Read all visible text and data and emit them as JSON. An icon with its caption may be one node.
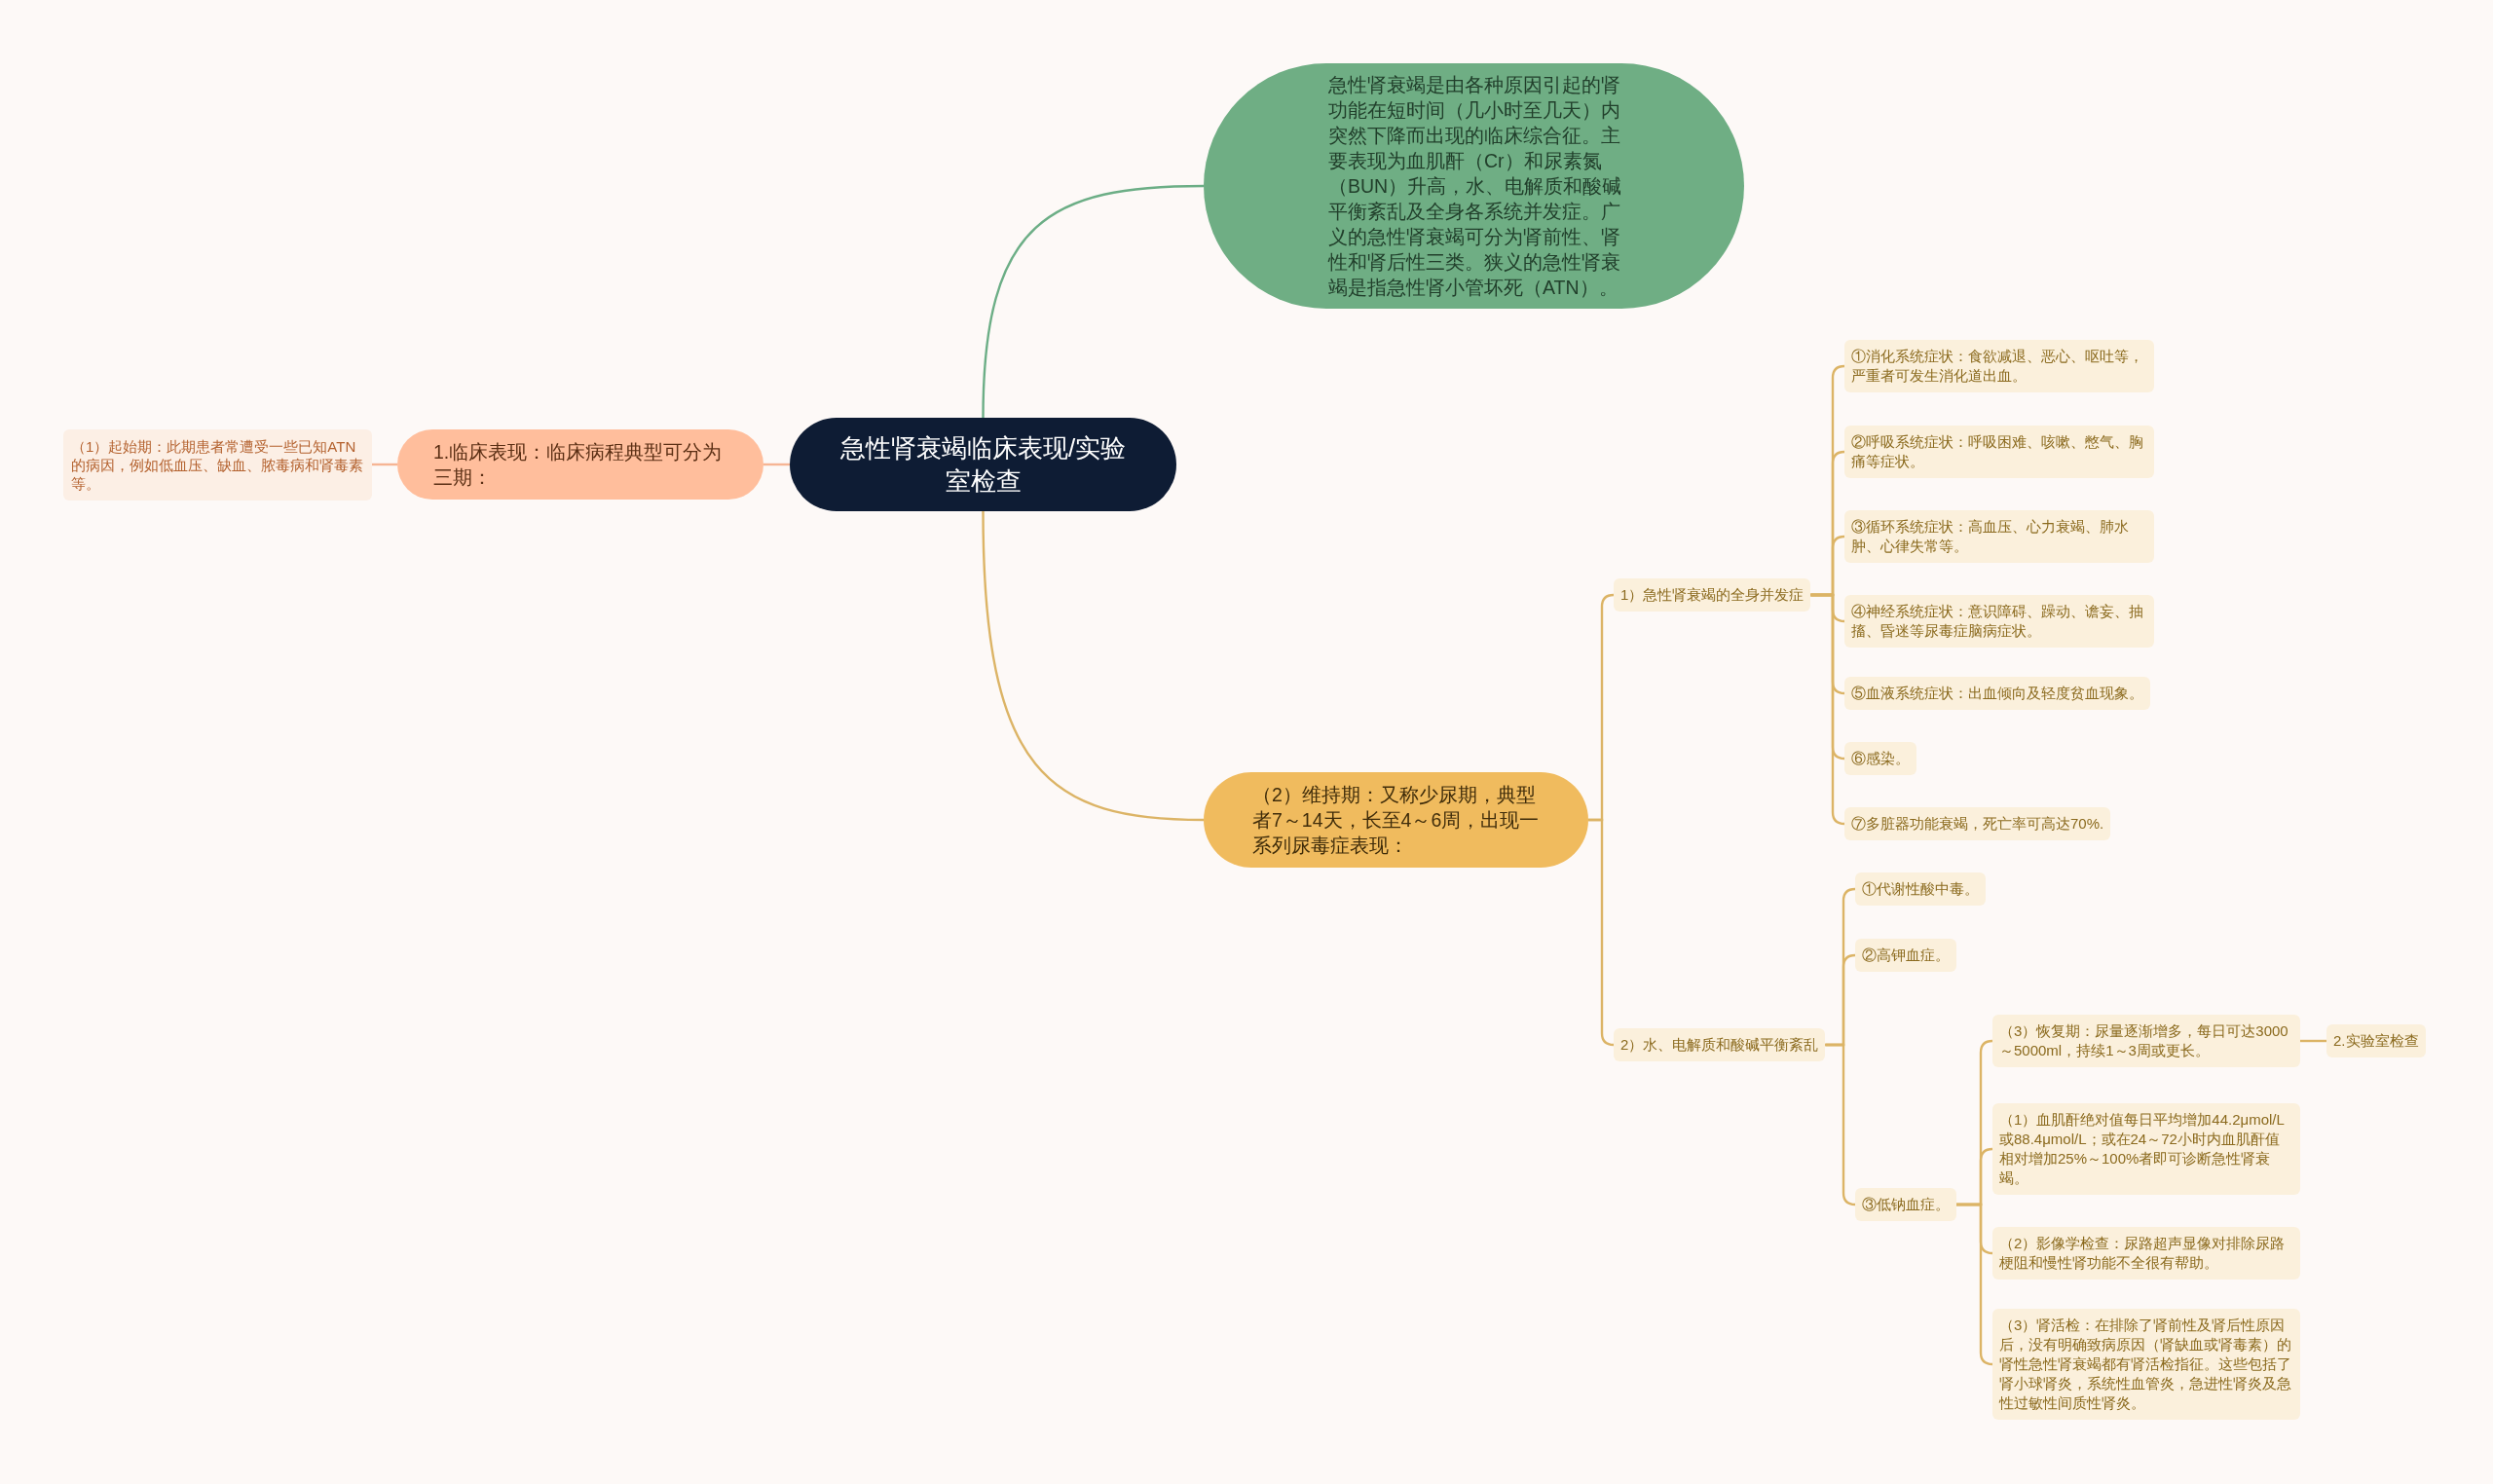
{
  "diagram": {
    "nodes": [
      {
        "text": [
          "急性肾衰竭临床表现/实验室检查"
        ]
      },
      {
        "text": [
          "急性肾衰竭是由各种原因引起的肾功能在短时间（几小时至几天）内突然下降而出现的临床综合征。主要表现为血肌酐（Cr）和尿素氮（BUN）升高，水、电解质和酸碱平衡紊乱及全身各系统并发症。广义的急性肾衰竭可分为肾前性、肾性和肾后性三类。狭义的急性肾衰竭是指急性肾小管坏死（ATN）。"
        ]
      },
      {
        "text": [
          "1.临床表现：临床病程典型可分为三期："
        ]
      },
      {
        "text": [
          "（1）起始期：此期患者常遭受一些已知ATN的病因，例如低血压、缺血、脓毒病和肾毒素等。"
        ]
      },
      {
        "text": [
          "（2）维持期：又称少尿期，典型者7～14天，长至4～6周，出现一系列尿毒症表现："
        ]
      },
      {
        "text": [
          "1）急性肾衰竭的全身并发症"
        ]
      },
      {
        "text": [
          "①消化系统症状：食欲减退、恶心、呕吐等，严重者可发生消化道出血。"
        ]
      },
      {
        "text": [
          "②呼吸系统症状：呼吸困难、咳嗽、憋气、胸痛等症状。"
        ]
      },
      {
        "text": [
          "③循环系统症状：高血压、心力衰竭、肺水肿、心律失常等。"
        ]
      },
      {
        "text": [
          "④神经系统症状：意识障碍、躁动、谵妄、抽搐、昏迷等尿毒症脑病症状。"
        ]
      },
      {
        "text": [
          "⑤血液系统症状：出血倾向及轻度贫血现象。"
        ]
      },
      {
        "text": [
          "⑥感染。"
        ]
      },
      {
        "text": [
          "⑦多脏器功能衰竭，死亡率可高达70%."
        ]
      },
      {
        "text": [
          "2）水、电解质和酸碱平衡紊乱"
        ]
      },
      {
        "text": [
          "①代谢性酸中毒。"
        ]
      },
      {
        "text": [
          "②高钾血症。"
        ]
      },
      {
        "text": [
          "③低钠血症。"
        ]
      },
      {
        "text": [
          "（3）恢复期：尿量逐渐增多，每日可达3000～5000ml，持续1～3周或更长。"
        ]
      },
      {
        "text": [
          "2.实验室检查"
        ]
      },
      {
        "text": [
          "（1）血肌酐绝对值每日平均增加44.2μmol/L或88.4μmol/L；或在24～72小时内血肌酐值相对增加25%～100%者即可诊断急性肾衰竭。"
        ]
      },
      {
        "text": [
          "（2）影像学检查：尿路超声显像对排除尿路梗阻和慢性肾功能不全很有帮助。"
        ]
      },
      {
        "text": [
          "（3）肾活检：在排除了肾前性及肾后性原因后，没有明确致病原因（肾缺血或肾毒素）的肾性急性肾衰竭都有肾活检指征。这些包括了肾小球肾炎，系统性血管炎，急进性肾炎及急性过敏性间质性肾炎。"
        ]
      }
    ],
    "edges": [
      {
        "from": 0,
        "to": 1,
        "arrow": "none",
        "color": "#6cae86"
      },
      {
        "from": 0,
        "to": 2,
        "arrow": "none",
        "color": "#f6b594"
      },
      {
        "from": 2,
        "to": 3,
        "arrow": "none",
        "color": "#f6b594"
      },
      {
        "from": 0,
        "to": 4,
        "arrow": "none"
      },
      {
        "from": 4,
        "to": 5,
        "arrow": "none"
      },
      {
        "from": 5,
        "to": 6,
        "arrow": "none"
      },
      {
        "from": 5,
        "to": 7,
        "arrow": "none"
      },
      {
        "from": 5,
        "to": 8,
        "arrow": "none"
      },
      {
        "from": 5,
        "to": 9,
        "arrow": "none"
      },
      {
        "from": 5,
        "to": 10,
        "arrow": "none"
      },
      {
        "from": 5,
        "to": 11,
        "arrow": "none"
      },
      {
        "from": 5,
        "to": 12,
        "arrow": "none"
      },
      {
        "from": 4,
        "to": 13,
        "arrow": "none"
      },
      {
        "from": 13,
        "to": 14,
        "arrow": "none"
      },
      {
        "from": 13,
        "to": 15,
        "arrow": "none"
      },
      {
        "from": 13,
        "to": 16,
        "arrow": "none"
      },
      {
        "from": 16,
        "to": 17,
        "arrow": "none"
      },
      {
        "from": 17,
        "to": 18,
        "arrow": "none"
      },
      {
        "from": 16,
        "to": 19,
        "arrow": "none"
      },
      {
        "from": 16,
        "to": 20,
        "arrow": "none"
      },
      {
        "from": 16,
        "to": 21,
        "arrow": "none"
      }
    ]
  }
}
